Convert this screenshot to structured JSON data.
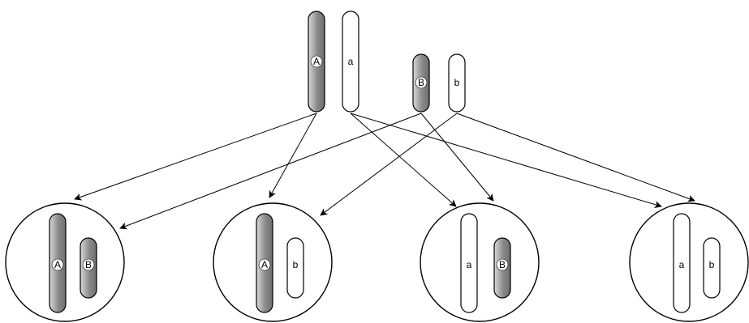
{
  "colors": {
    "dominant_fill_dark": "#6e6e6e",
    "dominant_fill_light": "#d9d9d9",
    "recessive_fill": "#ffffff",
    "stroke": "#000000",
    "label_badge": "#ffffff"
  },
  "parents": {
    "big_dominant": {
      "label": "A",
      "style": "dominant"
    },
    "big_recessive": {
      "label": "a",
      "style": "recessive"
    },
    "small_dominant": {
      "label": "B",
      "style": "dominant"
    },
    "small_recessive": {
      "label": "b",
      "style": "recessive"
    }
  },
  "gametes": [
    {
      "big": {
        "label": "A",
        "style": "dominant"
      },
      "small": {
        "label": "B",
        "style": "dominant"
      }
    },
    {
      "big": {
        "label": "A",
        "style": "dominant"
      },
      "small": {
        "label": "b",
        "style": "recessive"
      }
    },
    {
      "big": {
        "label": "a",
        "style": "recessive"
      },
      "small": {
        "label": "B",
        "style": "dominant"
      }
    },
    {
      "big": {
        "label": "a",
        "style": "recessive"
      },
      "small": {
        "label": "b",
        "style": "recessive"
      }
    }
  ],
  "arrows": [
    {
      "from": "big_dominant",
      "to_gamete": 0
    },
    {
      "from": "big_dominant",
      "to_gamete": 1
    },
    {
      "from": "big_recessive",
      "to_gamete": 2
    },
    {
      "from": "big_recessive",
      "to_gamete": 3
    },
    {
      "from": "small_dominant",
      "to_gamete": 0
    },
    {
      "from": "small_dominant",
      "to_gamete": 2
    },
    {
      "from": "small_recessive",
      "to_gamete": 1
    },
    {
      "from": "small_recessive",
      "to_gamete": 3
    }
  ]
}
